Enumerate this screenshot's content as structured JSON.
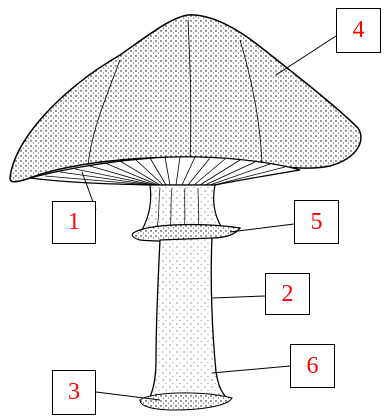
{
  "labels": {
    "l1": "1",
    "l2": "2",
    "l3": "3",
    "l4": "4",
    "l5": "5",
    "l6": "6"
  },
  "colors": {
    "label_text": "#ff0000",
    "ink": "#000000",
    "background": "#ffffff"
  }
}
